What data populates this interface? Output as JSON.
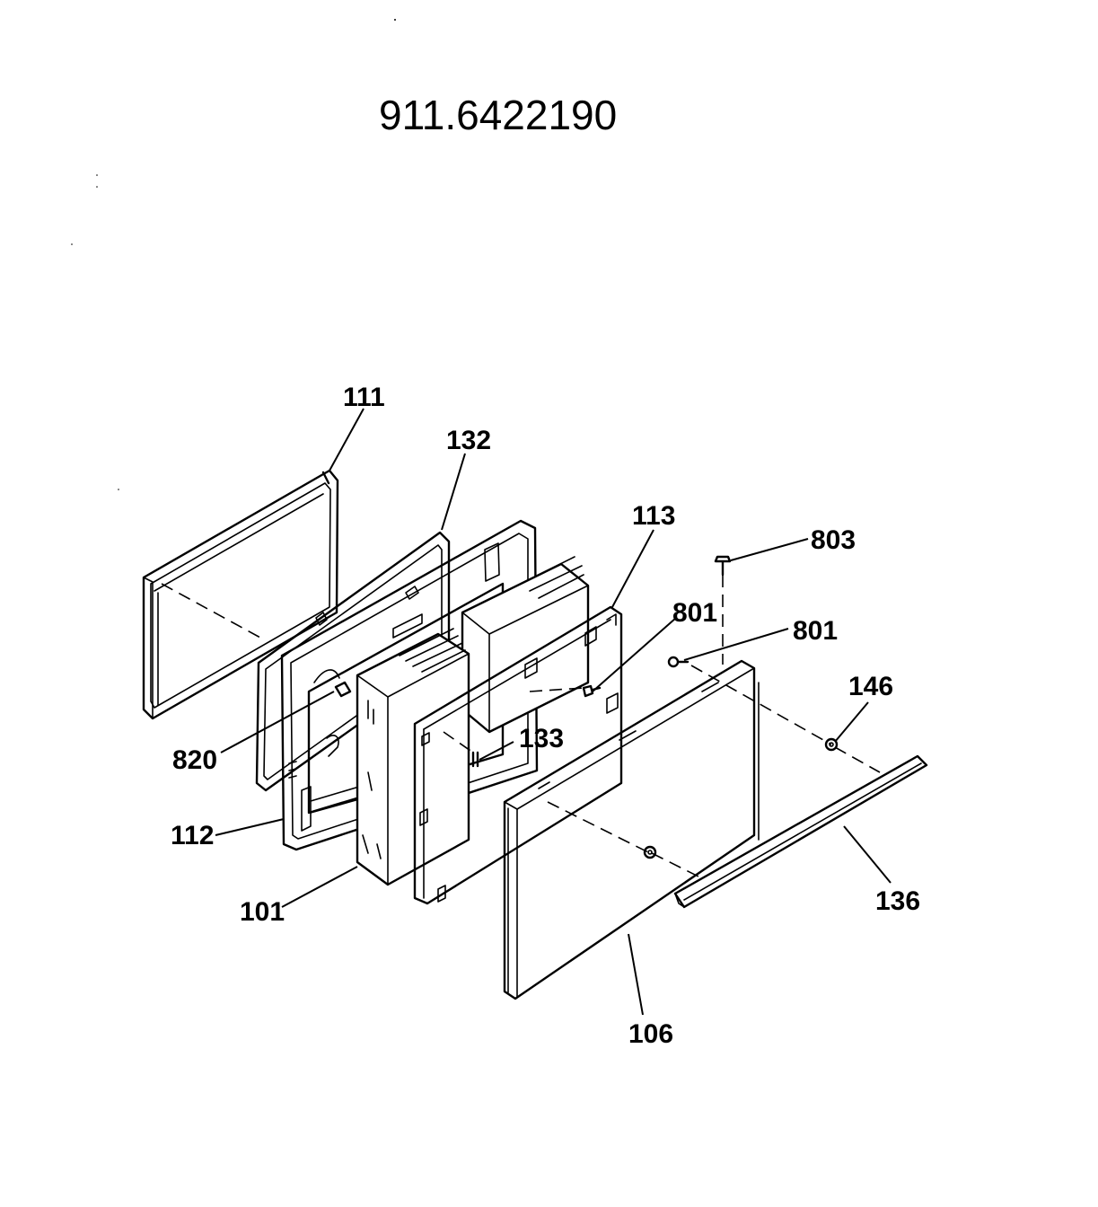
{
  "title": "911.6422190",
  "callouts": {
    "c111": "111",
    "c132": "132",
    "c113": "113",
    "c803": "803",
    "c801a": "801",
    "c801b": "801",
    "c146": "146",
    "c820": "820",
    "c133": "133",
    "c112": "112",
    "c101": "101",
    "c136": "136",
    "c106": "106"
  }
}
